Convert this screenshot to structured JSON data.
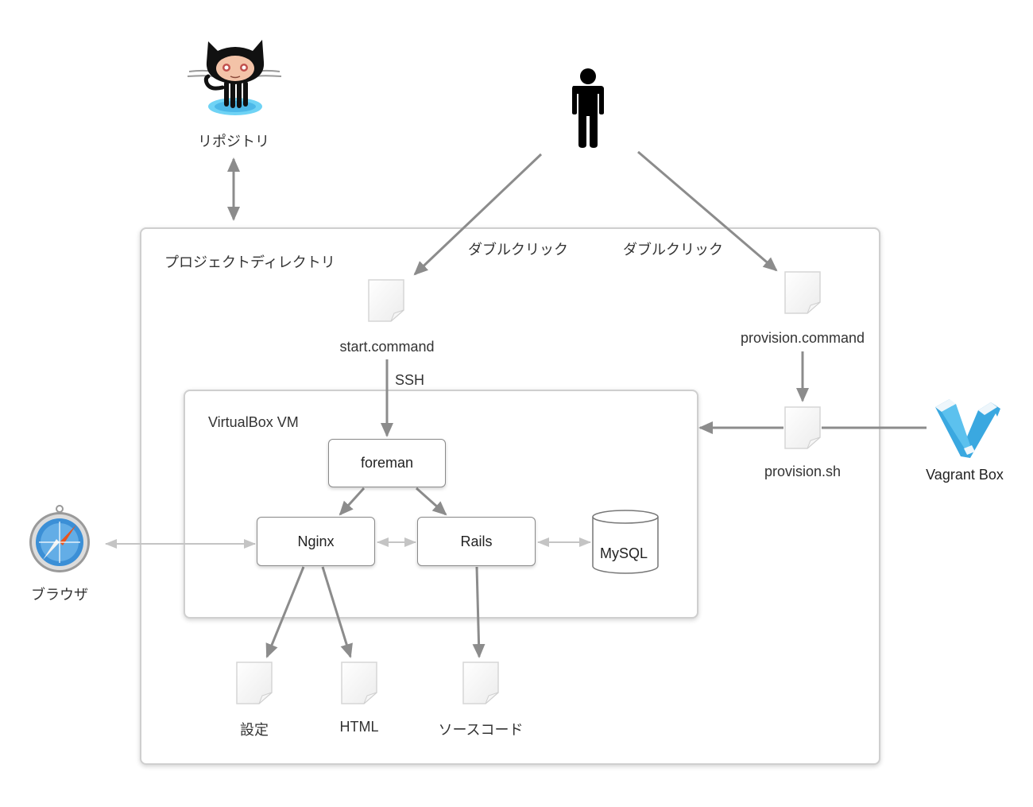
{
  "actors": {
    "repository": {
      "label": "リポジトリ",
      "icon": "github-octocat-icon"
    },
    "user": {
      "icon": "person-icon"
    },
    "browser": {
      "label": "ブラウザ",
      "icon": "safari-compass-icon"
    },
    "vagrant_box": {
      "label": "Vagrant Box",
      "icon": "vagrant-logo-icon"
    }
  },
  "groups": {
    "project_directory": {
      "label": "プロジェクトディレクトリ"
    },
    "virtualbox_vm": {
      "label": "VirtualBox VM"
    }
  },
  "edge_labels": {
    "double_click_left": "ダブルクリック",
    "double_click_right": "ダブルクリック",
    "ssh": "SSH"
  },
  "files": {
    "start_command": {
      "label": "start.command",
      "icon": "document-icon"
    },
    "provision_command": {
      "label": "provision.command",
      "icon": "document-icon"
    },
    "provision_sh": {
      "label": "provision.sh",
      "icon": "document-icon"
    },
    "settings": {
      "label": "設定",
      "icon": "document-icon"
    },
    "html": {
      "label": "HTML",
      "icon": "document-icon"
    },
    "source_code": {
      "label": "ソースコード",
      "icon": "document-icon"
    }
  },
  "processes": {
    "foreman": {
      "label": "foreman"
    },
    "nginx": {
      "label": "Nginx"
    },
    "rails": {
      "label": "Rails"
    },
    "mysql": {
      "label": "MySQL",
      "shape": "database-cylinder"
    }
  },
  "colors": {
    "arrow_dark": "#8c8c8c",
    "arrow_light": "#c4c4c4",
    "box_border": "#cfcfcf",
    "vagrant_blue": "#3aa8e0"
  }
}
